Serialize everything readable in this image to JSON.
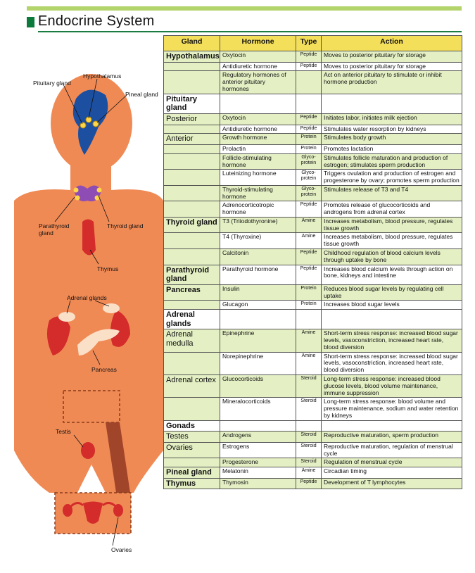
{
  "title": "Endocrine System",
  "figure_labels": {
    "hypothalamus": "Hypothalamus",
    "pituitary": "Pituitary gland",
    "pineal": "Pineal gland",
    "parathyroid": "Parathyroid\ngland",
    "thyroid": "Thyroid gland",
    "thymus": "Thymus",
    "adrenal": "Adrenal glands",
    "pancreas": "Pancreas",
    "testis": "Testis",
    "ovaries": "Ovaries"
  },
  "colors": {
    "skin": "#f08a55",
    "header": "#f4df5a",
    "band": "#e4f0c4",
    "accent": "#0b7a3a"
  },
  "table": {
    "headers": [
      "Gland",
      "Hormone",
      "Type",
      "Action"
    ],
    "rows": [
      {
        "gland": "Hypothalamus",
        "hormone": "Oxytocin",
        "type": "Peptide",
        "action": "Moves to posterior pituitary for storage"
      },
      {
        "gland": "",
        "hormone": "Antidiuretic hormone",
        "type": "Peptide",
        "action": "Moves to posterior pituitary for storage"
      },
      {
        "gland": "",
        "hormone": "Regulatory hormones of anterior pituitary hormones",
        "type": "",
        "action": "Act on anterior pituitary to stimulate or inhibit hormone production"
      },
      {
        "gland": "Pituitary gland",
        "hormone": "",
        "type": "",
        "action": ""
      },
      {
        "gland": "Posterior",
        "hormone": "Oxytocin",
        "type": "Peptide",
        "action": "Initiates labor, initiates milk ejection"
      },
      {
        "gland": "",
        "hormone": "Antidiuretic hormone",
        "type": "Peptide",
        "action": "Stimulates water resorption by kidneys"
      },
      {
        "gland": "Anterior",
        "hormone": "Growth hormone",
        "type": "Protein",
        "action": "Stimulates body growth"
      },
      {
        "gland": "",
        "hormone": "Prolactin",
        "type": "Protein",
        "action": "Promotes lactation"
      },
      {
        "gland": "",
        "hormone": "Follicle-stimulating hormone",
        "type": "Glyco-protein",
        "action": "Stimulates follicle maturation and production of estrogen; stimulates sperm production"
      },
      {
        "gland": "",
        "hormone": "Luteinizing hormone",
        "type": "Glyco-protein",
        "action": "Triggers ovulation and production of estrogen and progesterone by ovary; promotes sperm production"
      },
      {
        "gland": "",
        "hormone": "Thyroid-stimulating hormone",
        "type": "Glyco-protein",
        "action": "Stimulates release of T3 and T4"
      },
      {
        "gland": "",
        "hormone": "Adrenocorticotropic hormone",
        "type": "Peptide",
        "action": "Promotes release of glucocorticoids and androgens from adrenal cortex"
      },
      {
        "gland": "Thyroid gland",
        "hormone": "T3 (Triiodothyronine)",
        "type": "Amine",
        "action": "Increases metabolism, blood pressure, regulates tissue growth"
      },
      {
        "gland": "",
        "hormone": "T4 (Thyroxine)",
        "type": "Amine",
        "action": "Increases metabolism, blood pressure, regulates tissue growth"
      },
      {
        "gland": "",
        "hormone": "Calcitonin",
        "type": "Peptide",
        "action": "Childhood regulation of blood calcium levels through uptake by bone"
      },
      {
        "gland": "Parathyroid gland",
        "hormone": "Parathyroid hormone",
        "type": "Peptide",
        "action": "Increases blood calcium levels through action on bone, kidneys and intestine"
      },
      {
        "gland": "Pancreas",
        "hormone": "Insulin",
        "type": "Protein",
        "action": "Reduces blood sugar levels by regulating cell uptake"
      },
      {
        "gland": "",
        "hormone": "Glucagon",
        "type": "Protein",
        "action": "Increases blood sugar levels"
      },
      {
        "gland": "Adrenal glands",
        "hormone": "",
        "type": "",
        "action": ""
      },
      {
        "gland": "Adrenal medulla",
        "hormone": "Epinephrine",
        "type": "Amine",
        "action": "Short-term stress response: increased blood sugar levels, vasoconstriction, increased heart rate, blood diversion"
      },
      {
        "gland": "",
        "hormone": "Norepinephrine",
        "type": "Amine",
        "action": "Short-term stress response: increased blood sugar levels, vasoconstriction, increased heart rate, blood diversion"
      },
      {
        "gland": "Adrenal cortex",
        "hormone": "Glucocorticoids",
        "type": "Steroid",
        "action": "Long-term stress response: increased blood glucose levels, blood volume maintenance, immune suppression"
      },
      {
        "gland": "",
        "hormone": "Mineralocorticoids",
        "type": "Steroid",
        "action": "Long-term stress response: blood volume and pressure maintenance, sodium and water retention by kidneys"
      },
      {
        "gland": "Gonads",
        "hormone": "",
        "type": "",
        "action": ""
      },
      {
        "gland": "Testes",
        "hormone": "Androgens",
        "type": "Steroid",
        "action": "Reproductive maturation, sperm production"
      },
      {
        "gland": "Ovaries",
        "hormone": "Estrogens",
        "type": "Steroid",
        "action": "Reproductive maturation, regulation of menstrual cycle"
      },
      {
        "gland": "",
        "hormone": "Progesterone",
        "type": "Steroid",
        "action": "Regulation of menstrual cycle"
      },
      {
        "gland": "Pineal gland",
        "hormone": "Melatonin",
        "type": "Amine",
        "action": "Circadian timing"
      },
      {
        "gland": "Thymus",
        "hormone": "Thymosin",
        "type": "Peptide",
        "action": "Development of T lymphocytes"
      }
    ]
  }
}
